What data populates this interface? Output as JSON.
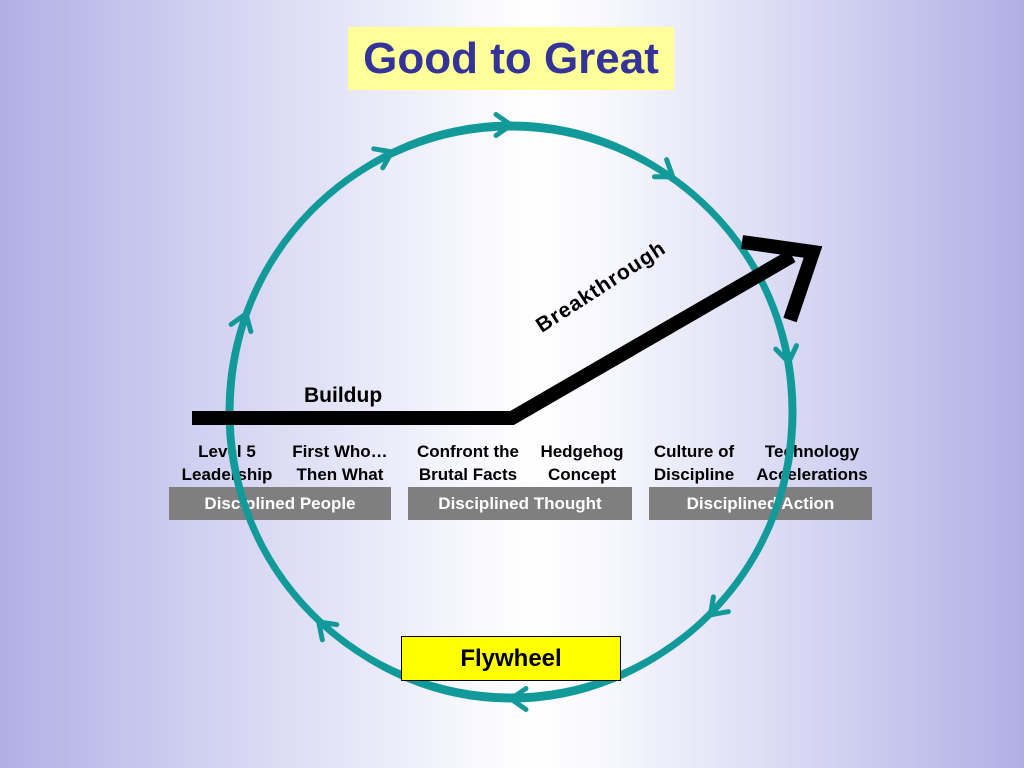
{
  "title": "Good to Great",
  "colors": {
    "title_text": "#333399",
    "title_bg": "#ffff99",
    "flywheel_ring": "#129a9a",
    "path_line": "#000000",
    "group_box": "#7f7f7f",
    "flywheel_box": "#ffff00"
  },
  "path": {
    "buildup_label": "Buildup",
    "breakthrough_label": "Breakthrough"
  },
  "concepts": [
    {
      "line1": "Level 5",
      "line2": "Leadership"
    },
    {
      "line1": "First Who…",
      "line2": "Then What"
    },
    {
      "line1": "Confront the",
      "line2": "Brutal Facts"
    },
    {
      "line1": "Hedgehog",
      "line2": "Concept"
    },
    {
      "line1": "Culture of",
      "line2": "Discipline"
    },
    {
      "line1": "Technology",
      "line2": "Accelerations"
    }
  ],
  "groups": [
    {
      "label": "Disciplined People"
    },
    {
      "label": "Disciplined Thought"
    },
    {
      "label": "Disciplined Action"
    }
  ],
  "flywheel_label": "Flywheel"
}
